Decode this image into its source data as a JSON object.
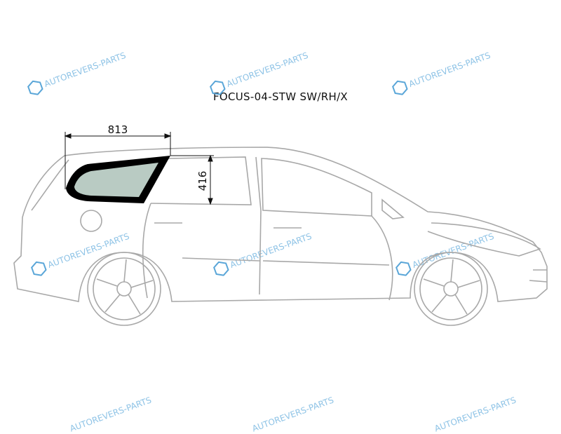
{
  "title": "FOCUS-04-STW SW/RH/X",
  "watermark": {
    "text": "AUTOREVERS-PARTS",
    "logo": "AR",
    "color": "#8ec3e6"
  },
  "dimensions": {
    "width": "813",
    "height": "416"
  },
  "colors": {
    "outline": "#a8a8a8",
    "glass": "#b9cbc3",
    "frame": "#000000"
  }
}
